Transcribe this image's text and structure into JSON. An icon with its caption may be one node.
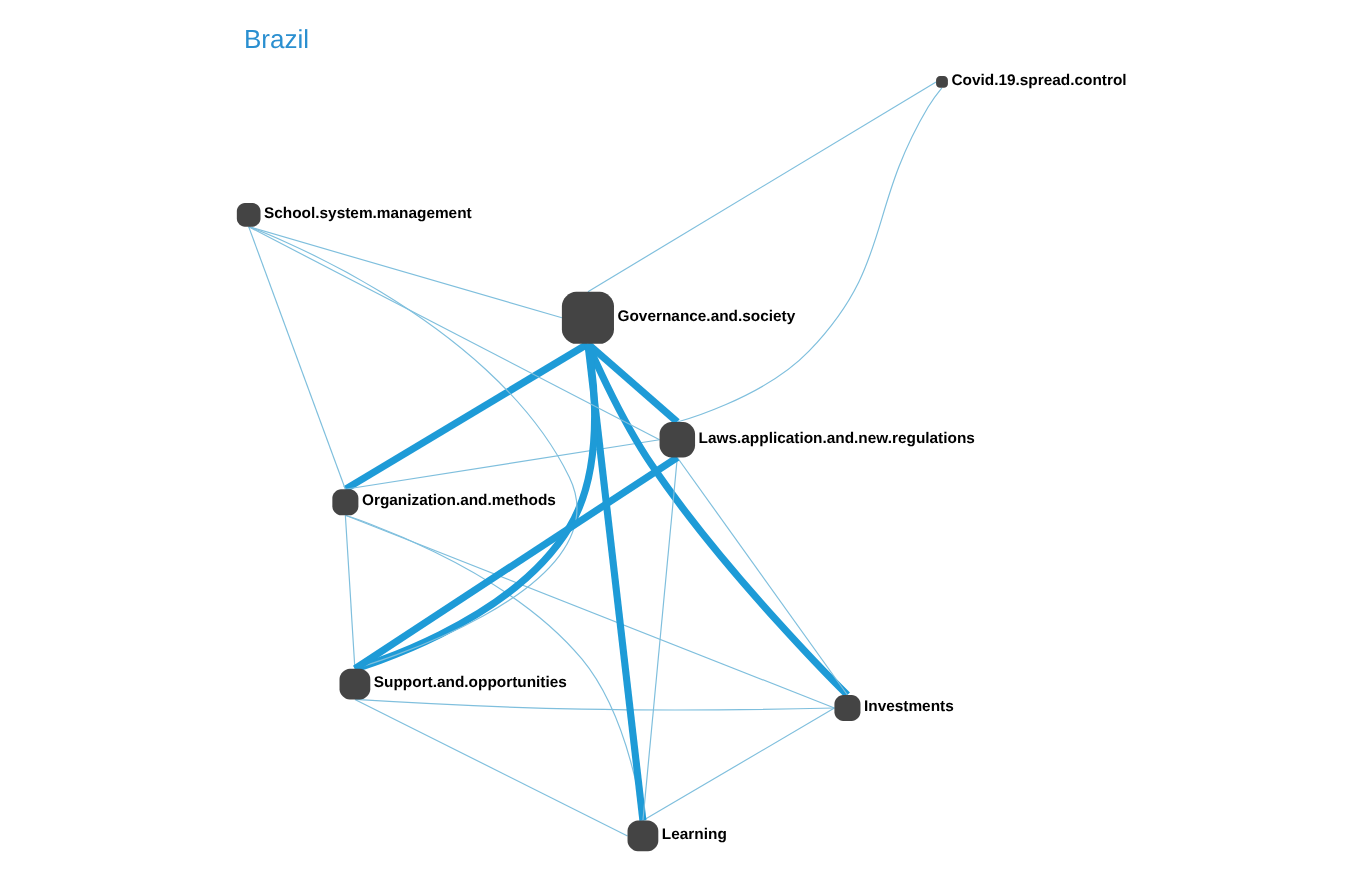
{
  "diagram": {
    "title": "Brazil",
    "nodes": [
      {
        "text": [
          "Organization.and.methods"
        ]
      },
      {
        "text": [
          "Investments"
        ]
      },
      {
        "text": [
          "Learning"
        ]
      },
      {
        "text": [
          "Governance.and.society"
        ]
      },
      {
        "text": [
          "School.system.management"
        ]
      },
      {
        "text": [
          "Covid.19.spread.control"
        ]
      },
      {
        "text": [
          "Support.and.opportunities"
        ]
      },
      {
        "text": [
          "Laws.application.and.new.regulations"
        ]
      }
    ],
    "edges": [
      {
        "from": 0,
        "to": 1,
        "arrow": "none"
      },
      {
        "from": 0,
        "to": 3,
        "arrow": "none",
        "style": "thick",
        "color": "#1e9bd7"
      },
      {
        "from": 0,
        "to": 2,
        "arrow": "none"
      },
      {
        "from": 0,
        "to": 4,
        "arrow": "none"
      },
      {
        "from": 0,
        "to": 6,
        "arrow": "none"
      },
      {
        "from": 0,
        "to": 7,
        "arrow": "none"
      },
      {
        "from": 1,
        "to": 3,
        "arrow": "none",
        "style": "thick",
        "color": "#1e9bd7"
      },
      {
        "from": 1,
        "to": 2,
        "arrow": "none"
      },
      {
        "from": 1,
        "to": 6,
        "arrow": "none"
      },
      {
        "from": 1,
        "to": 7,
        "arrow": "none"
      },
      {
        "from": 2,
        "to": 3,
        "arrow": "none",
        "style": "thick",
        "color": "#1e9bd7"
      },
      {
        "from": 2,
        "to": 7,
        "arrow": "none"
      },
      {
        "from": 2,
        "to": 6,
        "arrow": "none"
      },
      {
        "from": 3,
        "to": 4,
        "arrow": "none"
      },
      {
        "from": 3,
        "to": 6,
        "arrow": "none",
        "style": "thick",
        "color": "#1e9bd7"
      },
      {
        "from": 3,
        "to": 5,
        "arrow": "none"
      },
      {
        "from": 3,
        "to": 7,
        "arrow": "none",
        "style": "thick",
        "color": "#1e9bd7"
      },
      {
        "from": 4,
        "to": 7,
        "arrow": "none"
      },
      {
        "from": 4,
        "to": 6,
        "arrow": "none"
      },
      {
        "from": 5,
        "to": 7,
        "arrow": "none"
      },
      {
        "from": 6,
        "to": 7,
        "arrow": "none",
        "style": "thick",
        "color": "#1e9bd7"
      }
    ]
  }
}
